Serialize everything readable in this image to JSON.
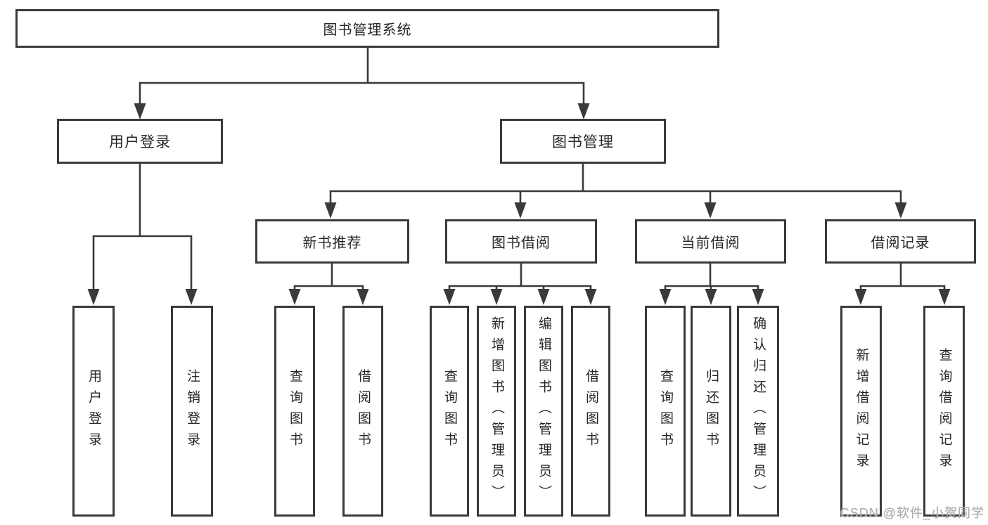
{
  "diagram": {
    "title": "图书管理系统",
    "level2": {
      "user_login": "用户登录",
      "book_mgmt": "图书管理"
    },
    "level3": {
      "new_book": "新书推荐",
      "book_borrow": "图书借阅",
      "current_borrow": "当前借阅",
      "borrow_record": "借阅记录"
    },
    "leaves": {
      "user_login_1": "用户登录",
      "user_login_2": "注销登录",
      "new_book_1": "查询图书",
      "new_book_2": "借阅图书",
      "book_borrow_1": "查询图书",
      "book_borrow_2": "新增图书（管理员）",
      "book_borrow_3": "编辑图书（管理员）",
      "book_borrow_4": "借阅图书",
      "current_borrow_1": "查询图书",
      "current_borrow_2": "归还图书",
      "current_borrow_3": "确认归还（管理员）",
      "borrow_record_1": "新增借阅记录",
      "borrow_record_2": "查询借阅记录"
    },
    "watermark": "CSDN @软件_小贺同学",
    "colors": {
      "line": "#3a3a3a",
      "box_border": "#3a3a3a",
      "box_background": "#ffffff",
      "text": "#262626",
      "watermark": "#ababab"
    }
  }
}
